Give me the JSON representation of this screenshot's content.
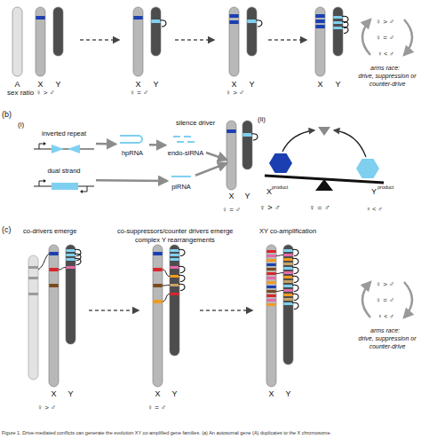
{
  "diagram": {
    "caption": "Figure 1. Drive-mediated conflicts can generate the evolution XY co-amplified gene families. (a) An autosomal gene (A) duplicates to the X chromosome.",
    "nodes": [
      {
        "text": [
          "A"
        ]
      },
      {
        "text": [
          "X"
        ]
      },
      {
        "text": [
          "Y"
        ]
      },
      {
        "text": [
          "X"
        ]
      },
      {
        "text": [
          "Y"
        ]
      },
      {
        "text": [
          "X"
        ]
      },
      {
        "text": [
          "Y"
        ]
      },
      {
        "text": [
          "X"
        ]
      },
      {
        "text": [
          "Y"
        ]
      },
      {
        "text": [
          "inverted repeat"
        ]
      },
      {
        "text": [
          "hpRNA"
        ]
      },
      {
        "text": [
          "endo-siRNA"
        ]
      },
      {
        "text": [
          "dual strand"
        ]
      },
      {
        "text": [
          "piRNA"
        ]
      },
      {
        "text": [
          "X"
        ]
      },
      {
        "text": [
          "Y"
        ]
      },
      {
        "text": [
          "X"
        ]
      },
      {
        "text": [
          "Y"
        ]
      },
      {
        "text": [
          "X"
        ]
      },
      {
        "text": [
          "Y"
        ]
      },
      {
        "text": [
          "X"
        ]
      },
      {
        "text": [
          "Y"
        ]
      }
    ],
    "edges": [
      {
        "from": 9,
        "to": 10,
        "arrow": "to"
      },
      {
        "from": 10,
        "to": 11,
        "arrow": "to"
      },
      {
        "from": 12,
        "to": 13,
        "arrow": "to"
      },
      {
        "from": 11,
        "to": 14,
        "arrow": "to"
      },
      {
        "from": 13,
        "to": 14,
        "arrow": "to"
      }
    ],
    "labels": [
      "sex ratio ♀ > ♂",
      "♀ = ♂",
      "♀ > ♂",
      "♀ > ♂",
      "♀ = ♂",
      "♀ < ♂",
      "arms race:",
      "drive, suppression or counter-drive",
      "(b)",
      "(i)",
      "silence driver",
      "♀ = ♂",
      "(ii)",
      "X",
      "product",
      "Y",
      "product",
      "♀ > ♂",
      "♀ = ♂",
      "♀ < ♂",
      "(c)",
      "co-drivers emerge",
      "co-suppressors/counter drivers emerge",
      "complex Y rearrangements",
      "XY co-amplification",
      "♀ > ♂",
      "♀ = ♂",
      "♀ > ♂",
      "♀ = ♂",
      "♀ < ♂",
      "arms race:",
      "drive, suppression or counter-drive"
    ]
  }
}
